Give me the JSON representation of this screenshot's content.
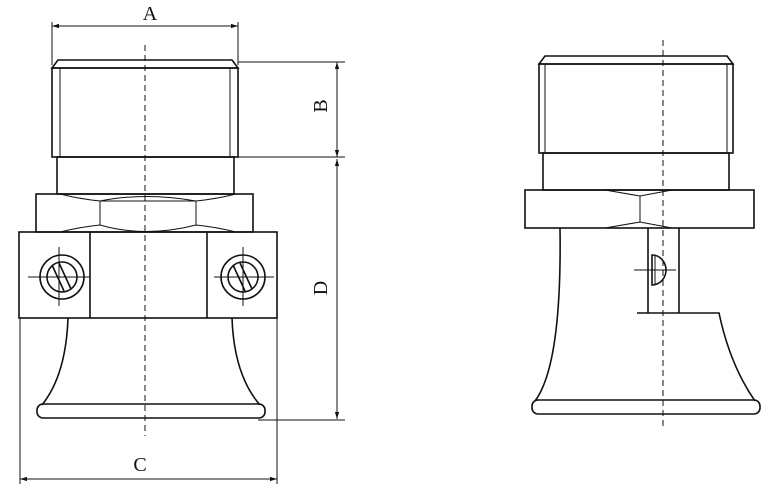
{
  "dimensions": {
    "a": "A",
    "b": "B",
    "c": "C",
    "d": "D"
  },
  "colors": {
    "line": "#111111",
    "background": "#ffffff"
  }
}
